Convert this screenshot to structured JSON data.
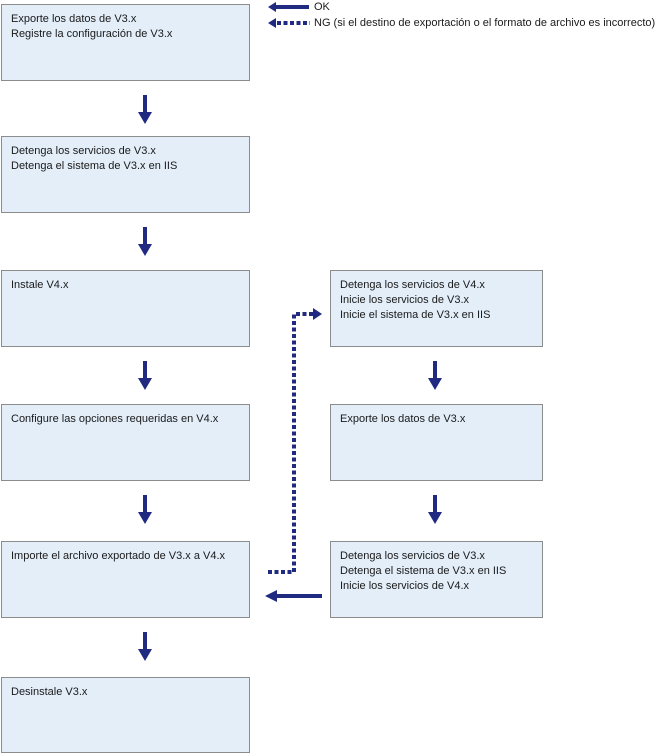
{
  "legend": {
    "ok": "OK",
    "ng": "NG (si el destino de exportación o el formato de archivo es incorrecto)"
  },
  "left_steps": [
    [
      "Exporte los datos de V3.x",
      "Registre la configuración de V3.x"
    ],
    [
      "Detenga los servicios de V3.x",
      "Detenga el sistema de V3.x en IIS"
    ],
    [
      "Instale V4.x"
    ],
    [
      "Configure las opciones requeridas en V4.x"
    ],
    [
      "Importe el archivo exportado de V3.x a V4.x"
    ],
    [
      "Desinstale V3.x"
    ]
  ],
  "right_steps": [
    [
      "Detenga los servicios de V4.x",
      "Inicie los servicios de V3.x",
      "Inicie el sistema de V3.x en IIS"
    ],
    [
      "Exporte los datos de V3.x"
    ],
    [
      "Detenga los servicios de V3.x",
      "Detenga el sistema de V3.x en IIS",
      "Inicie los servicios de V4.x"
    ]
  ],
  "colors": {
    "arrow": "#1f2a80",
    "box_fill": "#e3eef9",
    "box_border": "#8c8c8c"
  },
  "icons": {
    "ok_arrow": "solid-left-arrow",
    "ng_arrow": "dotted-left-arrow"
  }
}
